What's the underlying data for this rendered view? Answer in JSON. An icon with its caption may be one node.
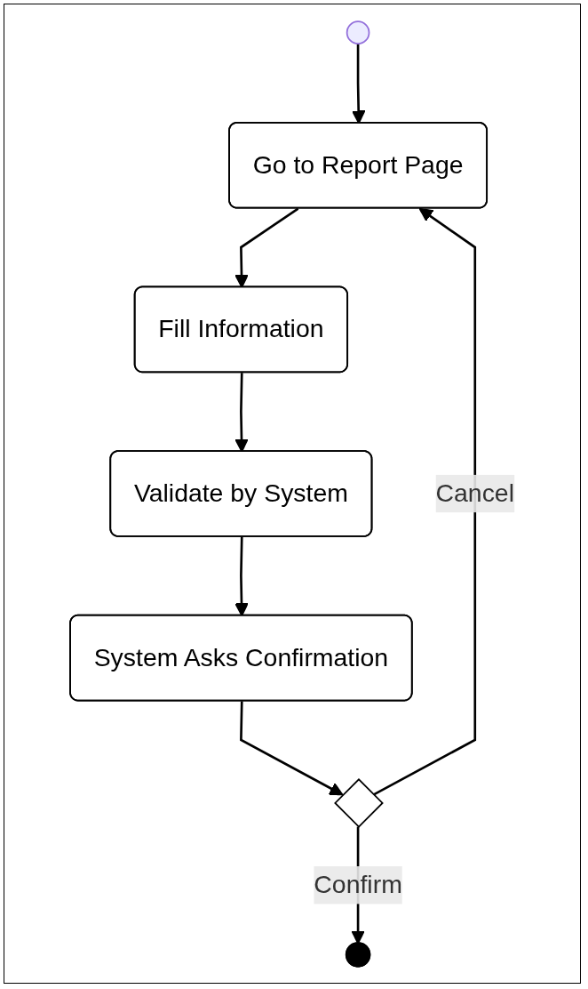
{
  "diagram": {
    "nodes": [
      {
        "text": [],
        "shape": "circle"
      },
      {
        "text": [
          "Go to Report Page"
        ]
      },
      {
        "text": [
          "Fill Information"
        ]
      },
      {
        "text": [
          "Validate by System"
        ]
      },
      {
        "text": [
          "System Asks Confirmation"
        ]
      },
      {
        "text": [],
        "shape": "diamond"
      },
      {
        "text": [],
        "shape": "circle"
      }
    ],
    "edges": [
      {
        "from": 0,
        "to": 1,
        "arrow": "to"
      },
      {
        "from": 1,
        "to": 2,
        "arrow": "to"
      },
      {
        "from": 2,
        "to": 3,
        "arrow": "to"
      },
      {
        "from": 3,
        "to": 4,
        "arrow": "to"
      },
      {
        "from": 4,
        "to": 5,
        "arrow": "to"
      },
      {
        "from": 5,
        "to": 1,
        "arrow": "to",
        "label": "Cancel"
      },
      {
        "from": 5,
        "to": 6,
        "arrow": "to",
        "label": "Confirm"
      }
    ]
  }
}
